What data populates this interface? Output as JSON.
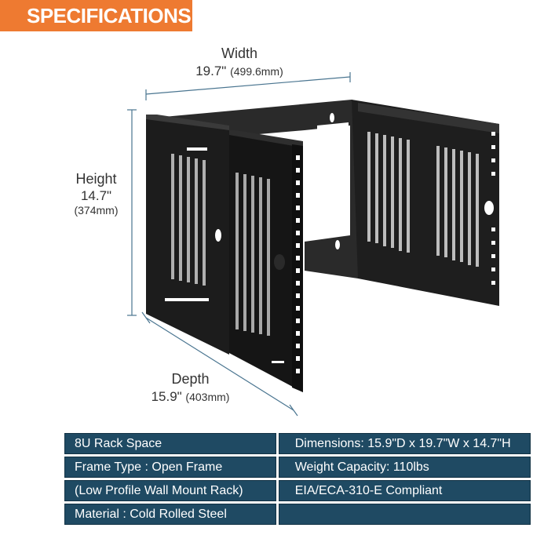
{
  "header": {
    "title": "SPECIFICATIONS"
  },
  "dimensions": {
    "width": {
      "label": "Width",
      "imperial": "19.7\"",
      "metric": "(499.6mm)"
    },
    "height": {
      "label": "Height",
      "imperial": "14.7\"",
      "metric": "(374mm)"
    },
    "depth": {
      "label": "Depth",
      "imperial": "15.9\"",
      "metric": "(403mm)"
    }
  },
  "specs": {
    "rows": [
      {
        "left": "8U Rack Space",
        "right": "Dimensions: 15.9\"D x 19.7\"W x 14.7\"H"
      },
      {
        "left": "Frame Type : Open Frame",
        "right": "Weight Capacity: 110lbs"
      },
      {
        "left": "(Low Profile Wall Mount Rack)",
        "right": "EIA/ECA-310-E Compliant"
      },
      {
        "left": "Material : Cold Rolled Steel",
        "right": ""
      }
    ]
  },
  "colors": {
    "banner": "#ee7a31",
    "table_cell": "#1f4a63",
    "dimension_line": "#4a7590",
    "rack": "#1e1e1e"
  }
}
